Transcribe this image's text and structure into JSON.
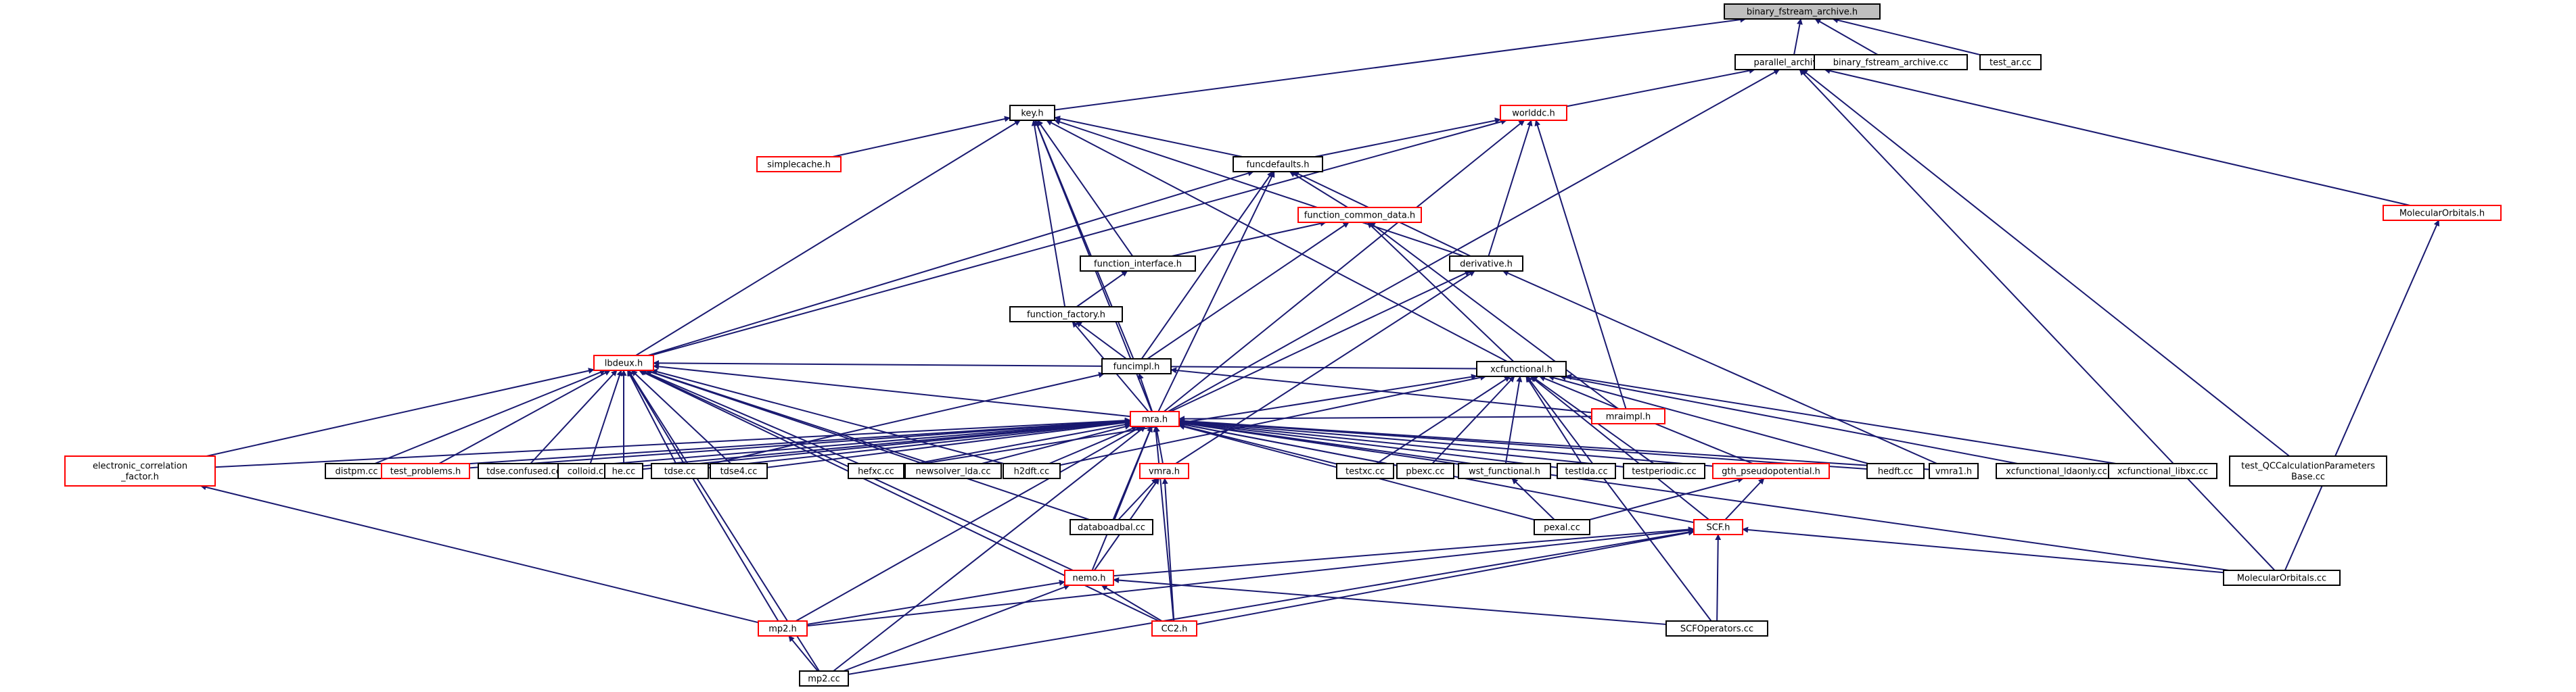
{
  "colors": {
    "edge": "#191970",
    "root_fill": "#bfbfbf",
    "node_fill": "#ffffff",
    "normal_border": "#000000",
    "red_border": "#ff0000"
  },
  "nodes": {
    "binary_fstream_archive_h": {
      "label": "binary_fstream_archive.h",
      "style": "root"
    },
    "parallel_archive_h": {
      "label": "parallel_archive.h",
      "style": "normal"
    },
    "binary_fstream_archive_cc": {
      "label": "binary_fstream_archive.cc",
      "style": "normal"
    },
    "test_ar_cc": {
      "label": "test_ar.cc",
      "style": "normal"
    },
    "key_h": {
      "label": "key.h",
      "style": "normal"
    },
    "worlddc_h": {
      "label": "worlddc.h",
      "style": "red"
    },
    "simplecache_h": {
      "label": "simplecache.h",
      "style": "red"
    },
    "funcdefaults_h": {
      "label": "funcdefaults.h",
      "style": "normal"
    },
    "function_common_data_h": {
      "label": "function_common_data.h",
      "style": "red"
    },
    "function_interface_h": {
      "label": "function_interface.h",
      "style": "normal"
    },
    "derivative_h": {
      "label": "derivative.h",
      "style": "normal"
    },
    "function_factory_h": {
      "label": "function_factory.h",
      "style": "normal"
    },
    "funcimpl_h": {
      "label": "funcimpl.h",
      "style": "normal"
    },
    "lbdeux_h": {
      "label": "lbdeux.h",
      "style": "red"
    },
    "mra_h": {
      "label": "mra.h",
      "style": "red"
    },
    "mraimpl_h": {
      "label": "mraimpl.h",
      "style": "red"
    },
    "xcfunctional_h": {
      "label": "xcfunctional.h",
      "style": "normal"
    },
    "molecularorbitals_h": {
      "label": "MolecularOrbitals.h",
      "style": "red"
    },
    "ecf_h": {
      "label": "electronic_correlation\n_factor.h",
      "style": "red"
    },
    "distpm_cc": {
      "label": "distpm.cc",
      "style": "normal"
    },
    "test_problems_h": {
      "label": "test_problems.h",
      "style": "red"
    },
    "tdse_confused_cc": {
      "label": "tdse.confused.cc",
      "style": "normal"
    },
    "colloid_cc": {
      "label": "colloid.cc",
      "style": "normal"
    },
    "he_cc": {
      "label": "he.cc",
      "style": "normal"
    },
    "tdse_cc": {
      "label": "tdse.cc",
      "style": "normal"
    },
    "tdse4_cc": {
      "label": "tdse4.cc",
      "style": "normal"
    },
    "hefxc_cc": {
      "label": "hefxc.cc",
      "style": "normal"
    },
    "newsolver_lda_cc": {
      "label": "newsolver_lda.cc",
      "style": "normal"
    },
    "h2dft_cc": {
      "label": "h2dft.cc",
      "style": "normal"
    },
    "vmra_h": {
      "label": "vmra.h",
      "style": "red"
    },
    "testxc_cc": {
      "label": "testxc.cc",
      "style": "normal"
    },
    "pbexc_cc": {
      "label": "pbexc.cc",
      "style": "normal"
    },
    "wst_functional_h": {
      "label": "wst_functional.h",
      "style": "normal"
    },
    "testlda_cc": {
      "label": "testlda.cc",
      "style": "normal"
    },
    "testperiodic_cc": {
      "label": "testperiodic.cc",
      "style": "normal"
    },
    "gth_pseudopotential_h": {
      "label": "gth_pseudopotential.h",
      "style": "red"
    },
    "hedft_cc": {
      "label": "hedft.cc",
      "style": "normal"
    },
    "vmra1_h": {
      "label": "vmra1.h",
      "style": "normal"
    },
    "xcf_ldaonly_cc": {
      "label": "xcfunctional_ldaonly.cc",
      "style": "normal"
    },
    "xcf_libxc_cc": {
      "label": "xcfunctional_libxc.cc",
      "style": "normal"
    },
    "test_qccalc_cc": {
      "label": "test_QCCalculationParameters\nBase.cc",
      "style": "normal"
    },
    "databoadbal_cc": {
      "label": "databoadbal.cc",
      "style": "normal"
    },
    "pexal_cc": {
      "label": "pexal.cc",
      "style": "normal"
    },
    "scf_h": {
      "label": "SCF.h",
      "style": "red"
    },
    "nemo_h": {
      "label": "nemo.h",
      "style": "red"
    },
    "molecularorbitals_cc": {
      "label": "MolecularOrbitals.cc",
      "style": "normal"
    },
    "mp2_h": {
      "label": "mp2.h",
      "style": "red"
    },
    "cc2_h": {
      "label": "CC2.h",
      "style": "red"
    },
    "scfoperators_cc": {
      "label": "SCFOperators.cc",
      "style": "normal"
    },
    "mp2_cc": {
      "label": "mp2.cc",
      "style": "normal"
    }
  },
  "edges": [
    [
      "parallel_archive_h",
      "binary_fstream_archive_h"
    ],
    [
      "binary_fstream_archive_cc",
      "binary_fstream_archive_h"
    ],
    [
      "test_ar_cc",
      "binary_fstream_archive_h"
    ],
    [
      "key_h",
      "binary_fstream_archive_h"
    ],
    [
      "worlddc_h",
      "parallel_archive_h"
    ],
    [
      "mra_h",
      "parallel_archive_h"
    ],
    [
      "test_qccalc_cc",
      "parallel_archive_h"
    ],
    [
      "molecularorbitals_cc",
      "parallel_archive_h"
    ],
    [
      "molecularorbitals_h",
      "parallel_archive_h"
    ],
    [
      "simplecache_h",
      "key_h"
    ],
    [
      "funcdefaults_h",
      "key_h"
    ],
    [
      "function_interface_h",
      "key_h"
    ],
    [
      "derivative_h",
      "key_h"
    ],
    [
      "function_factory_h",
      "key_h"
    ],
    [
      "funcimpl_h",
      "key_h"
    ],
    [
      "lbdeux_h",
      "key_h"
    ],
    [
      "mra_h",
      "key_h"
    ],
    [
      "xcfunctional_h",
      "key_h"
    ],
    [
      "funcdefaults_h",
      "worlddc_h"
    ],
    [
      "derivative_h",
      "worlddc_h"
    ],
    [
      "lbdeux_h",
      "worlddc_h"
    ],
    [
      "mra_h",
      "worlddc_h"
    ],
    [
      "mraimpl_h",
      "worlddc_h"
    ],
    [
      "function_common_data_h",
      "funcdefaults_h"
    ],
    [
      "derivative_h",
      "funcdefaults_h"
    ],
    [
      "funcimpl_h",
      "funcdefaults_h"
    ],
    [
      "lbdeux_h",
      "funcdefaults_h"
    ],
    [
      "mra_h",
      "funcdefaults_h"
    ],
    [
      "function_interface_h",
      "function_common_data_h"
    ],
    [
      "funcimpl_h",
      "function_common_data_h"
    ],
    [
      "mraimpl_h",
      "function_common_data_h"
    ],
    [
      "xcfunctional_h",
      "function_common_data_h"
    ],
    [
      "function_factory_h",
      "function_interface_h"
    ],
    [
      "funcimpl_h",
      "function_factory_h"
    ],
    [
      "mra_h",
      "function_factory_h"
    ],
    [
      "mra_h",
      "derivative_h"
    ],
    [
      "vmra_h",
      "derivative_h"
    ],
    [
      "vmra1_h",
      "derivative_h"
    ],
    [
      "mra_h",
      "funcimpl_h"
    ],
    [
      "tdse_cc",
      "funcimpl_h"
    ],
    [
      "mraimpl_h",
      "funcimpl_h"
    ],
    [
      "mra_h",
      "lbdeux_h"
    ],
    [
      "ecf_h",
      "lbdeux_h"
    ],
    [
      "distpm_cc",
      "lbdeux_h"
    ],
    [
      "test_problems_h",
      "lbdeux_h"
    ],
    [
      "tdse_confused_cc",
      "lbdeux_h"
    ],
    [
      "colloid_cc",
      "lbdeux_h"
    ],
    [
      "he_cc",
      "lbdeux_h"
    ],
    [
      "tdse_cc",
      "lbdeux_h"
    ],
    [
      "tdse4_cc",
      "lbdeux_h"
    ],
    [
      "hefxc_cc",
      "lbdeux_h"
    ],
    [
      "newsolver_lda_cc",
      "lbdeux_h"
    ],
    [
      "h2dft_cc",
      "lbdeux_h"
    ],
    [
      "databoadbal_cc",
      "lbdeux_h"
    ],
    [
      "nemo_h",
      "lbdeux_h"
    ],
    [
      "mp2_h",
      "lbdeux_h"
    ],
    [
      "cc2_h",
      "lbdeux_h"
    ],
    [
      "mp2_cc",
      "lbdeux_h"
    ],
    [
      "xcfunctional_h",
      "lbdeux_h"
    ],
    [
      "ecf_h",
      "mra_h"
    ],
    [
      "distpm_cc",
      "mra_h"
    ],
    [
      "test_problems_h",
      "mra_h"
    ],
    [
      "tdse_confused_cc",
      "mra_h"
    ],
    [
      "colloid_cc",
      "mra_h"
    ],
    [
      "he_cc",
      "mra_h"
    ],
    [
      "tdse_cc",
      "mra_h"
    ],
    [
      "tdse4_cc",
      "mra_h"
    ],
    [
      "hefxc_cc",
      "mra_h"
    ],
    [
      "newsolver_lda_cc",
      "mra_h"
    ],
    [
      "h2dft_cc",
      "mra_h"
    ],
    [
      "vmra_h",
      "mra_h"
    ],
    [
      "testxc_cc",
      "mra_h"
    ],
    [
      "pbexc_cc",
      "mra_h"
    ],
    [
      "wst_functional_h",
      "mra_h"
    ],
    [
      "testlda_cc",
      "mra_h"
    ],
    [
      "testperiodic_cc",
      "mra_h"
    ],
    [
      "gth_pseudopotential_h",
      "mra_h"
    ],
    [
      "hedft_cc",
      "mra_h"
    ],
    [
      "vmra1_h",
      "mra_h"
    ],
    [
      "databoadbal_cc",
      "mra_h"
    ],
    [
      "pexal_cc",
      "mra_h"
    ],
    [
      "scf_h",
      "mra_h"
    ],
    [
      "nemo_h",
      "mra_h"
    ],
    [
      "mp2_h",
      "mra_h"
    ],
    [
      "cc2_h",
      "mra_h"
    ],
    [
      "mp2_cc",
      "mra_h"
    ],
    [
      "molecularorbitals_cc",
      "mra_h"
    ],
    [
      "mraimpl_h",
      "mra_h"
    ],
    [
      "hefxc_cc",
      "xcfunctional_h"
    ],
    [
      "h2dft_cc",
      "xcfunctional_h"
    ],
    [
      "testxc_cc",
      "xcfunctional_h"
    ],
    [
      "pbexc_cc",
      "xcfunctional_h"
    ],
    [
      "wst_functional_h",
      "xcfunctional_h"
    ],
    [
      "testlda_cc",
      "xcfunctional_h"
    ],
    [
      "testperiodic_cc",
      "xcfunctional_h"
    ],
    [
      "gth_pseudopotential_h",
      "xcfunctional_h"
    ],
    [
      "hedft_cc",
      "xcfunctional_h"
    ],
    [
      "xcf_ldaonly_cc",
      "xcfunctional_h"
    ],
    [
      "xcf_libxc_cc",
      "xcfunctional_h"
    ],
    [
      "scf_h",
      "xcfunctional_h"
    ],
    [
      "scfoperators_cc",
      "xcfunctional_h"
    ],
    [
      "pexal_cc",
      "wst_functional_h"
    ],
    [
      "pexal_cc",
      "gth_pseudopotential_h"
    ],
    [
      "scf_h",
      "gth_pseudopotential_h"
    ],
    [
      "databoadbal_cc",
      "vmra_h"
    ],
    [
      "nemo_h",
      "vmra_h"
    ],
    [
      "cc2_h",
      "vmra_h"
    ],
    [
      "molecularorbitals_cc",
      "molecularorbitals_h"
    ],
    [
      "nemo_h",
      "scf_h"
    ],
    [
      "mp2_h",
      "scf_h"
    ],
    [
      "cc2_h",
      "scf_h"
    ],
    [
      "scfoperators_cc",
      "scf_h"
    ],
    [
      "molecularorbitals_cc",
      "scf_h"
    ],
    [
      "mp2_cc",
      "scf_h"
    ],
    [
      "mp2_h",
      "nemo_h"
    ],
    [
      "cc2_h",
      "nemo_h"
    ],
    [
      "scfoperators_cc",
      "nemo_h"
    ],
    [
      "mp2_cc",
      "nemo_h"
    ],
    [
      "mp2_h",
      "ecf_h"
    ],
    [
      "mp2_cc",
      "mp2_h"
    ]
  ]
}
